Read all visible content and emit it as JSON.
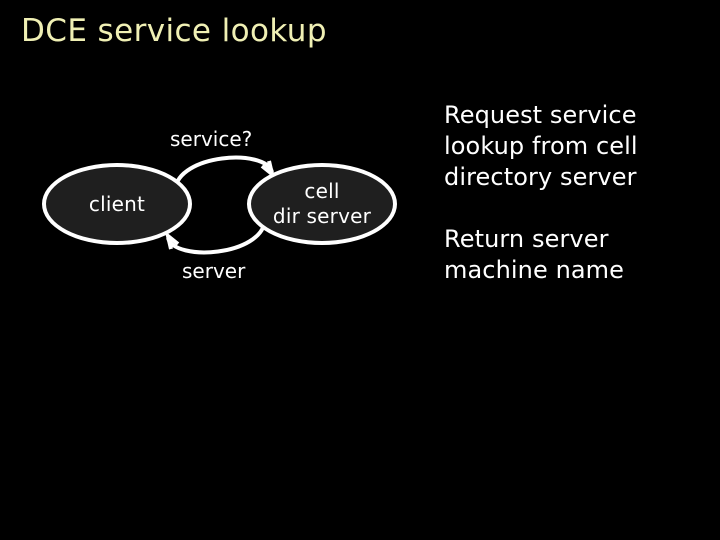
{
  "slide": {
    "title": "DCE service lookup",
    "title_color": "#f0f0b4",
    "background_color": "#000000",
    "text_color": "#ffffff",
    "node_fill_color": "#1f1f1f",
    "node_stroke_color": "#ffffff"
  },
  "diagram": {
    "nodes": [
      {
        "id": "client",
        "label": "client"
      },
      {
        "id": "cell-dir-server",
        "label_line1": "cell",
        "label_line2": "dir server"
      }
    ],
    "edges": [
      {
        "id": "request",
        "label": "service?",
        "direction": "client-to-cell-dir-server"
      },
      {
        "id": "response",
        "label": "server",
        "direction": "cell-dir-server-to-client"
      }
    ]
  },
  "notes": {
    "paragraphs": [
      "Request service lookup from cell directory server",
      "Return server machine name"
    ]
  }
}
